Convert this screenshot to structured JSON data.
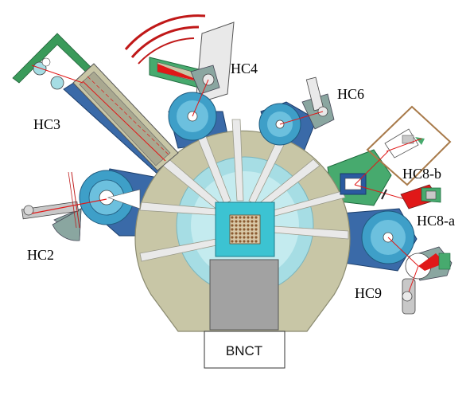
{
  "labels": {
    "hc2": "HC2",
    "hc3": "HC3",
    "hc4": "HC4",
    "hc6": "HC6",
    "hc8b": "HC8-b",
    "hc8a": "HC8-a",
    "hc9": "HC9",
    "bnct": "BNCT"
  },
  "colors": {
    "reactor_outer": "#c8c6a6",
    "reactor_outer_edge": "#8a8a70",
    "reflector": "#a6dde4",
    "core_box": "#3cc3d2",
    "core_grid": "#8a5a30",
    "beam_tube": "#e9e9e9",
    "shield_blue": "#3a6aa8",
    "drum_blue": "#3e9fc8",
    "shield_green": "#47aa6e",
    "bnct_block": "#a2a2a2",
    "frame_brown": "#a87a4a",
    "frame_green": "#3a9a5a",
    "beam_red": "#e01818",
    "detector_gray": "#8aa6a0"
  }
}
